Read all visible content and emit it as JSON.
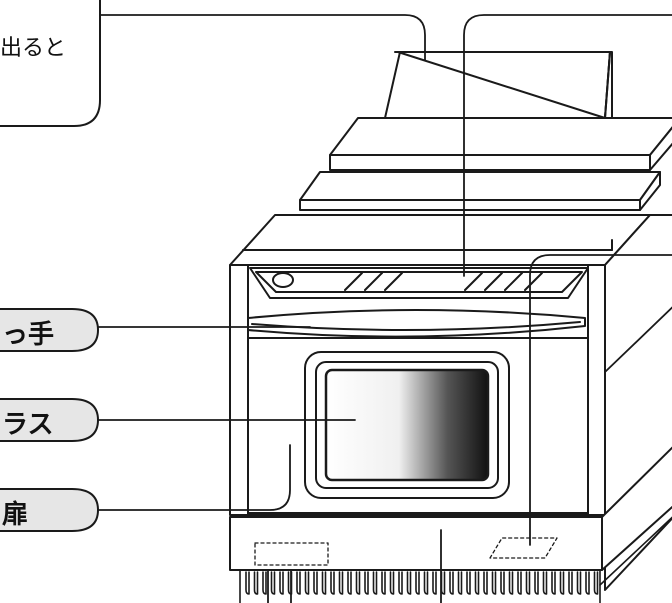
{
  "callouts": {
    "top_note": "出ると",
    "handle_label": "っ手",
    "glass_label": "ラス",
    "door_label": "扉"
  },
  "colors": {
    "line": "#1a1a1a",
    "label_fill": "#e6e6e6",
    "window_dark": "#111111",
    "window_light": "#f4f4f4",
    "background": "#ffffff"
  }
}
